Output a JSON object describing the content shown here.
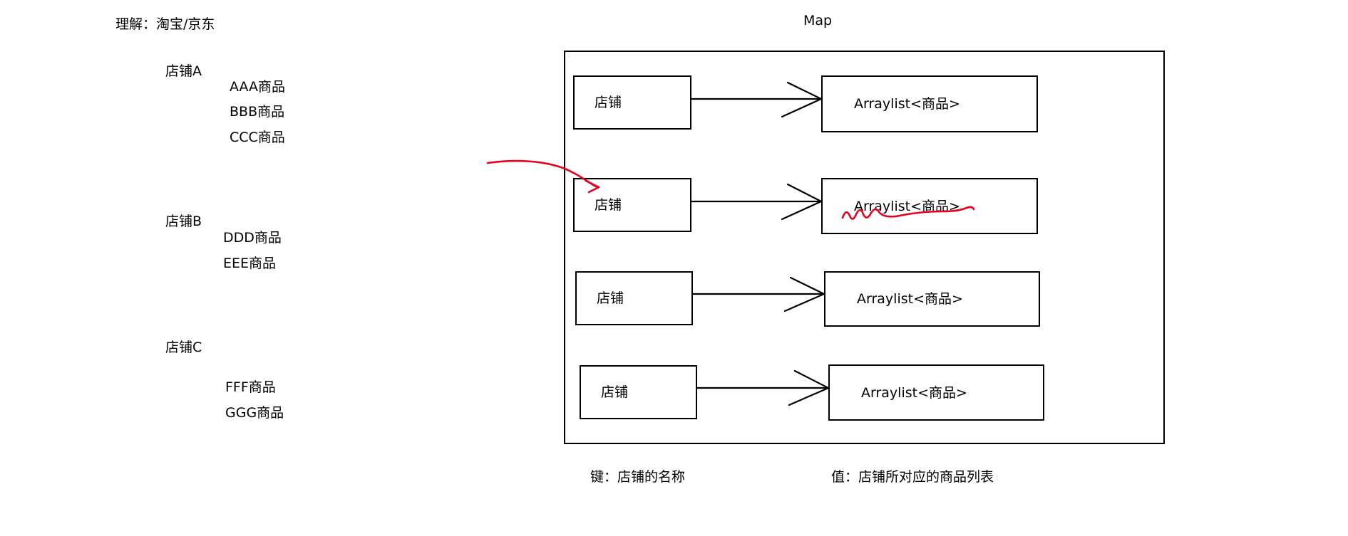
{
  "header": "理解：淘宝/京东",
  "stores": [
    {
      "name": "店铺A",
      "items": [
        "AAA商品",
        "BBB商品",
        "CCC商品"
      ]
    },
    {
      "name": "店铺B",
      "items": [
        "DDD商品",
        "EEE商品"
      ]
    },
    {
      "name": "店铺C",
      "items": [
        "FFF商品",
        "GGG商品"
      ]
    }
  ],
  "map": {
    "title": "Map",
    "entries": [
      {
        "key": "店铺",
        "value": "Arraylist<商品>"
      },
      {
        "key": "店铺",
        "value": "Arraylist<商品>"
      },
      {
        "key": "店铺",
        "value": "Arraylist<商品>"
      },
      {
        "key": "店铺",
        "value": "Arraylist<商品>"
      }
    ]
  },
  "notes": {
    "key": "键：店铺的名称",
    "value": "值：店铺所对应的商品列表"
  },
  "colors": {
    "ink": "#000000",
    "annotation": "#e8001c",
    "background": "#ffffff"
  }
}
